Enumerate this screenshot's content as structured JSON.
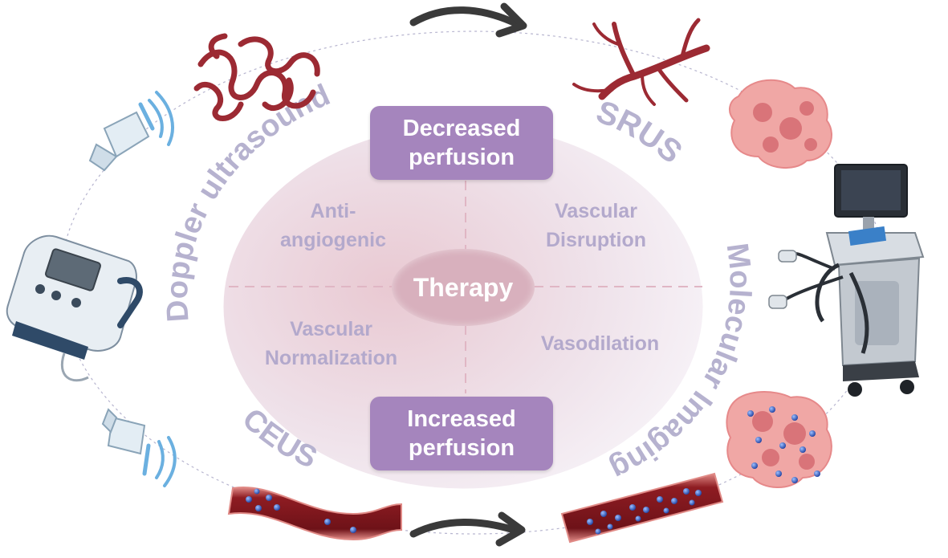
{
  "center": {
    "label": "Therapy"
  },
  "boxes": {
    "top": "Decreased\nperfusion",
    "bottom": "Increased\nperfusion"
  },
  "quadrants": {
    "top_left": "Anti-\nangiogenic",
    "top_right": "Vascular\nDisruption",
    "bottom_left": "Vascular\nNormalization",
    "bottom_right": "Vasodilation"
  },
  "modalities": {
    "doppler": "Doppler ultrasound",
    "srus": "SRUS",
    "molecular": "Molecular Imaging",
    "ceus": "CEUS"
  },
  "colors": {
    "box": "#a585bd",
    "modality_text": "#b6b2cf",
    "quadrant_text": "#b3a9cc",
    "vessel_red": "#9c2a33",
    "bubble_blue": "#2f5fc4"
  },
  "icons": [
    "tangled-vessel-icon",
    "branching-vessel-icon",
    "tumor-tissue-icon",
    "targeted-tumor-icon",
    "ultrasound-probe-icon",
    "handheld-doppler-device-icon",
    "ultrasound-cart-machine-icon",
    "microbubble-vessel-icon",
    "arrow-icon"
  ]
}
